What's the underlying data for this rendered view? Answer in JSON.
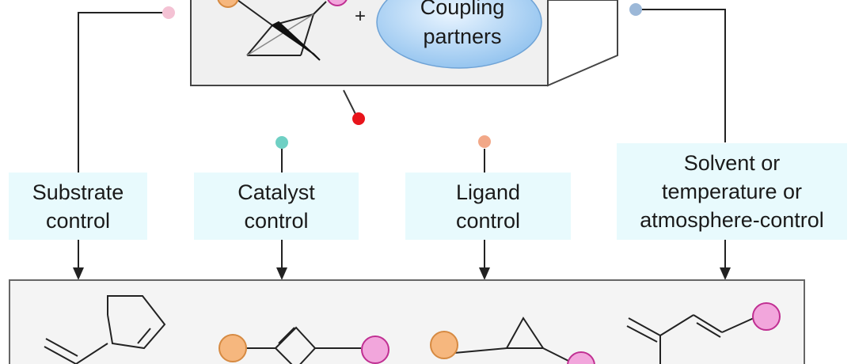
{
  "reagent_box": {
    "plus_sign": "+",
    "partner_line1": "Coupling",
    "partner_line2": "partners"
  },
  "controls": [
    {
      "label": "Substrate\ncontrol",
      "dot_color": "#f4c2d4"
    },
    {
      "label": "Catalyst\ncontrol",
      "dot_color": "#6fd0c4"
    },
    {
      "label": "Ligand\ncontrol",
      "dot_color": "#f2a888"
    },
    {
      "label": "Solvent or\ntemperature or\natmosphere-control",
      "dot_color": "#9cb8d8"
    }
  ],
  "colors": {
    "box_face": "#f0f0f0",
    "box_side": "#ffffff",
    "box_stroke": "#444444",
    "partner_fill": "#a9d2f4",
    "red_dot": "#e8141b",
    "orange_ball": "#f6b77e",
    "pink_ball": "#f2a6dc",
    "control_bg": "#e8fafd"
  }
}
